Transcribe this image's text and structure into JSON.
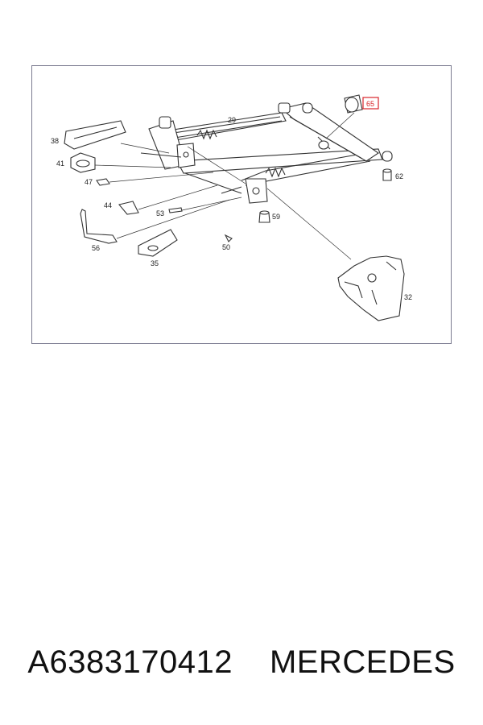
{
  "diagram": {
    "highlight_color": "#d9262b",
    "line_color": "#333333",
    "highlighted_part": "65",
    "callouts": [
      "29",
      "32",
      "35",
      "38",
      "41",
      "44",
      "47",
      "50",
      "53",
      "56",
      "59",
      "62",
      "65"
    ]
  },
  "caption": {
    "part_number": "A6383170412",
    "brand": "MERCEDES"
  }
}
